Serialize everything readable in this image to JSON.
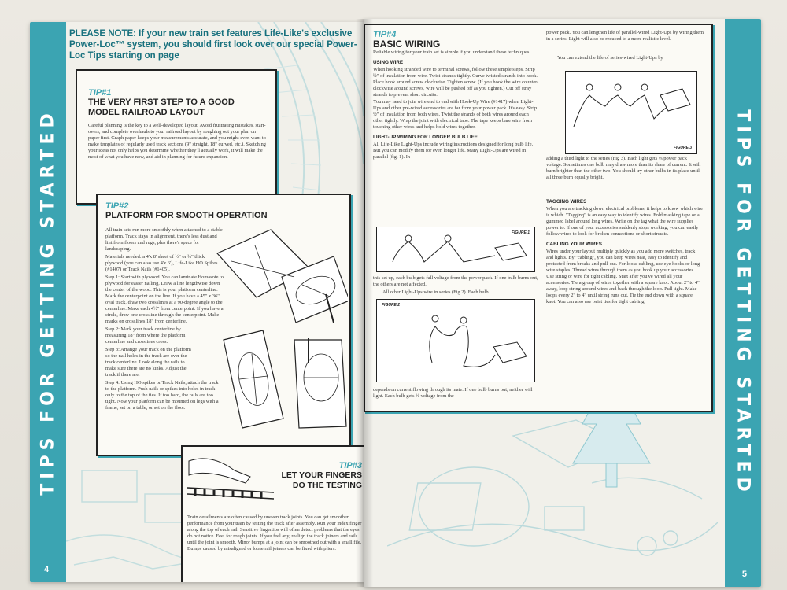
{
  "left_page": {
    "band_text": "TIPS FOR GETTING STARTED",
    "page_number": "4",
    "note": "PLEASE NOTE: If your new train set features Life-Like's exclusive Power-Loc™ system, you should first look over our special Power-Loc Tips starting on page"
  },
  "tip1": {
    "label": "TIP#1",
    "title": "THE VERY FIRST STEP TO A GOOD MODEL RAILROAD LAYOUT",
    "body": "Careful planning is the key to a well-developed layout. Avoid frustrating mistakes, start-overs, and complete overhauls to your railroad layout by roughing out your plan on paper first. Graph paper keeps your measurements accurate, and you might even want to make templates of regularly used track sections (9\" straight, 18\" curved, etc.). Sketching your ideas not only helps you determine whether they'll actually work, it will make the most of what you have now, and aid in planning for future expansion."
  },
  "tip2": {
    "label": "TIP#2",
    "title": "PLATFORM FOR SMOOTH OPERATION",
    "p1": "All train sets run more smoothly when attached to a stable platform. Track stays in alignment, there's less dust and lint from floors and rugs, plus there's space for landscaping.",
    "p2": "Materials needed: a 4'x 8' sheet of ½\" or ¾\" thick plywood (you can also use 4'x 6'), Life-Like HO Spikes (#1407) or Track Nails (#1405).",
    "step1": "Step 1: Start with plywood. You can laminate Homasote to plywood for easier nailing. Draw a line lengthwise down the center of the wood. This is your platform centerline. Mark the centerpoint on the line. If you have a 45\" x 36\" oval track, draw two crosslines at a 90-degree angle to the centerline. Make each 4½\" from centerpoint. If you have a circle, draw one crossline through the centerpoint. Make marks on crosslines 18\" from centerline.",
    "step2": "Step 2: Mark your track centerline by measuring 18\" from where the platform centerline and crosslines cross.",
    "step3": "Step 3: Arrange your track on the platform so the nail holes in the track are over the track centerline. Look along the rails to make sure there are no kinks. Adjust the track if there are.",
    "step4": "Step 4: Using HO spikes or Track Nails, attach the track to the platform. Push nails or spikes into holes in track only to the top of the ties. If too hard, the rails are too tight. Now your platform can be mounted on legs with a frame, set on a table, or set on the floor."
  },
  "tip3": {
    "label": "TIP#3",
    "title": "LET YOUR FINGERS DO THE TESTING",
    "body": "Train derailments are often caused by uneven track joints. You can get smoother performance from your train by testing the track after assembly. Run your index finger along the top of each rail. Sensitive fingertips will often detect problems that the eyes do not notice. Feel for rough joints. If you feel any, realign the track joiners and rails until the joint is smooth. Minor bumps at a joint can be smoothed out with a small file. Bumps caused by misaligned or loose rail joiners can be fixed with pliers."
  },
  "right_page": {
    "band_text": "TIPS FOR GETTING STARTED",
    "page_number": "5"
  },
  "tip4": {
    "label": "TIP#4",
    "title": "BASIC WIRING",
    "intro": "Reliable wiring for your train set is simple if you understand these techniques.",
    "using_wire_head": "USING WIRE",
    "using_wire": "When hooking stranded wire to terminal screws, follow these simple steps. Strip ½\" of insulation from wire. Twist strands tightly. Curve twisted strands into hook. Place hook around screw clockwise. Tighten screw. (If you hook the wire counter-clockwise around screws, wire will be pushed off as you tighten.) Cut off stray strands to prevent short circuits.",
    "using_wire_2": "You may need to join wire end to end with Hook-Up Wire (#1417) when Light-Ups and other pre-wired accessories are far from your power pack. It's easy. Strip ½\" of insulation from both wires. Twist the strands of both wires around each other tightly. Wrap the joint with electrical tape. The tape keeps bare wire from touching other wires and helps hold wires together.",
    "lightup_head": "LIGHT-UP WIRING FOR LONGER BULB LIFE",
    "lightup": "All Life-Like Light-Ups include wiring instructions designed for long bulb life. But you can modify them for even longer life. Many Light-Ups are wired in parallel (fig. 1). In",
    "lightup_2": "this set up, each bulb gets full voltage from the power pack. If one bulb burns out, the others are not affected.",
    "lightup_3": "All other Light-Ups wire in series (Fig 2). Each bulb",
    "lightup_4": "depends on current flowing through its mate. If one bulb burns out, neither will light. Each bulb gets ½ voltage from the",
    "col2_top": "power pack. You can lengthen life of parallel-wired Light-Ups by wiring them in a series. Light will also be reduced to a more realistic level.",
    "col2_top_2": "You can extend the life of series-wired Light-Ups by",
    "col2_mid": "adding a third light to the series (Fig 3). Each light gets ⅓ power pack voltage. Sometimes one bulb may draw more than its share of current. It will burn brighter than the other two. You should try other bulbs in its place until all three burn equally bright.",
    "tagging_head": "TAGGING WIRES",
    "tagging": "When you are tracking down electrical problems, it helps to know which wire is which. \"Tagging\" is an easy way to identify wires. Fold masking tape or a gummed label around long wires. Write on the tag what the wire supplies power to. If one of your accessories suddenly stops working, you can easily follow wires to look for broken connections or short circuits.",
    "cabling_head": "CABLING YOUR WIRES",
    "cabling": "Wires under your layout multiply quickly as you add more switches, track and lights. By \"cabling\", you can keep wires neat, easy to identify and protected from breaks and pull-out. For loose cabling, use eye hooks or long wire staples. Thread wires through them as you hook up your accessories. Use string or wire for tight cabling. Start after you've wired all your accessories. Tie a group of wires together with a square knot. About 2\" to 4\" away, loop string around wires and back through the loop. Pull tight. Make loops every 2\" to 4\" until string runs out. Tie the end down with a square knot. You can also use twist ties for tight cabling.",
    "fig1": "FIGURE 1",
    "fig2": "FIGURE 2",
    "fig3": "FIGURE 3"
  }
}
